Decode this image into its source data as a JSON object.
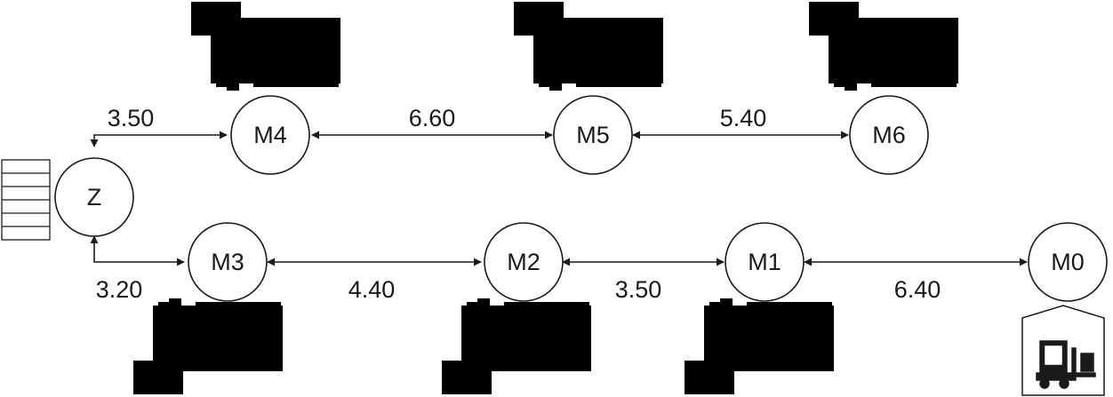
{
  "nodes": {
    "z": {
      "label": "Z"
    },
    "m0": {
      "label": "M0"
    },
    "m1": {
      "label": "M1"
    },
    "m2": {
      "label": "M2"
    },
    "m3": {
      "label": "M3"
    },
    "m4": {
      "label": "M4"
    },
    "m5": {
      "label": "M5"
    },
    "m6": {
      "label": "M6"
    }
  },
  "edges": [
    {
      "from": "Z",
      "to": "M4",
      "label": "3.50"
    },
    {
      "from": "M4",
      "to": "M5",
      "label": "6.60"
    },
    {
      "from": "M5",
      "to": "M6",
      "label": "5.40"
    },
    {
      "from": "Z",
      "to": "M3",
      "label": "3.20"
    },
    {
      "from": "M3",
      "to": "M2",
      "label": "4.40"
    },
    {
      "from": "M2",
      "to": "M1",
      "label": "3.50"
    },
    {
      "from": "M1",
      "to": "M0",
      "label": "6.40"
    }
  ],
  "icons": {
    "machines": "injection-molding-machine-icon",
    "storage": "storage-rack-icon",
    "depot": "warehouse-forklift-icon"
  }
}
